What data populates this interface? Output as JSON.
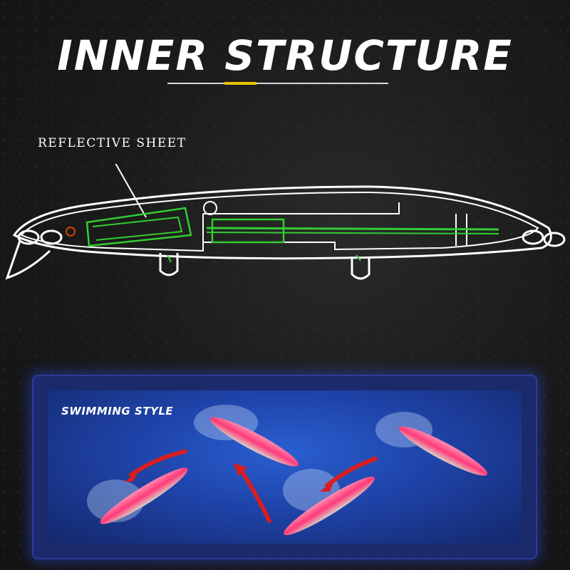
{
  "header": {
    "title": "INNER STRUCTURE",
    "accent_color": "#e8c400"
  },
  "diagram": {
    "callout_label": "REFLECTIVE SHEET",
    "outline_color": "#ffffff",
    "highlight_color": "#33cc33"
  },
  "panel": {
    "label": "SWIMMING STYLE",
    "background_color": "#1e43a8",
    "lure_color": "#ff3a78",
    "arrow_color": "#d81e1e"
  }
}
